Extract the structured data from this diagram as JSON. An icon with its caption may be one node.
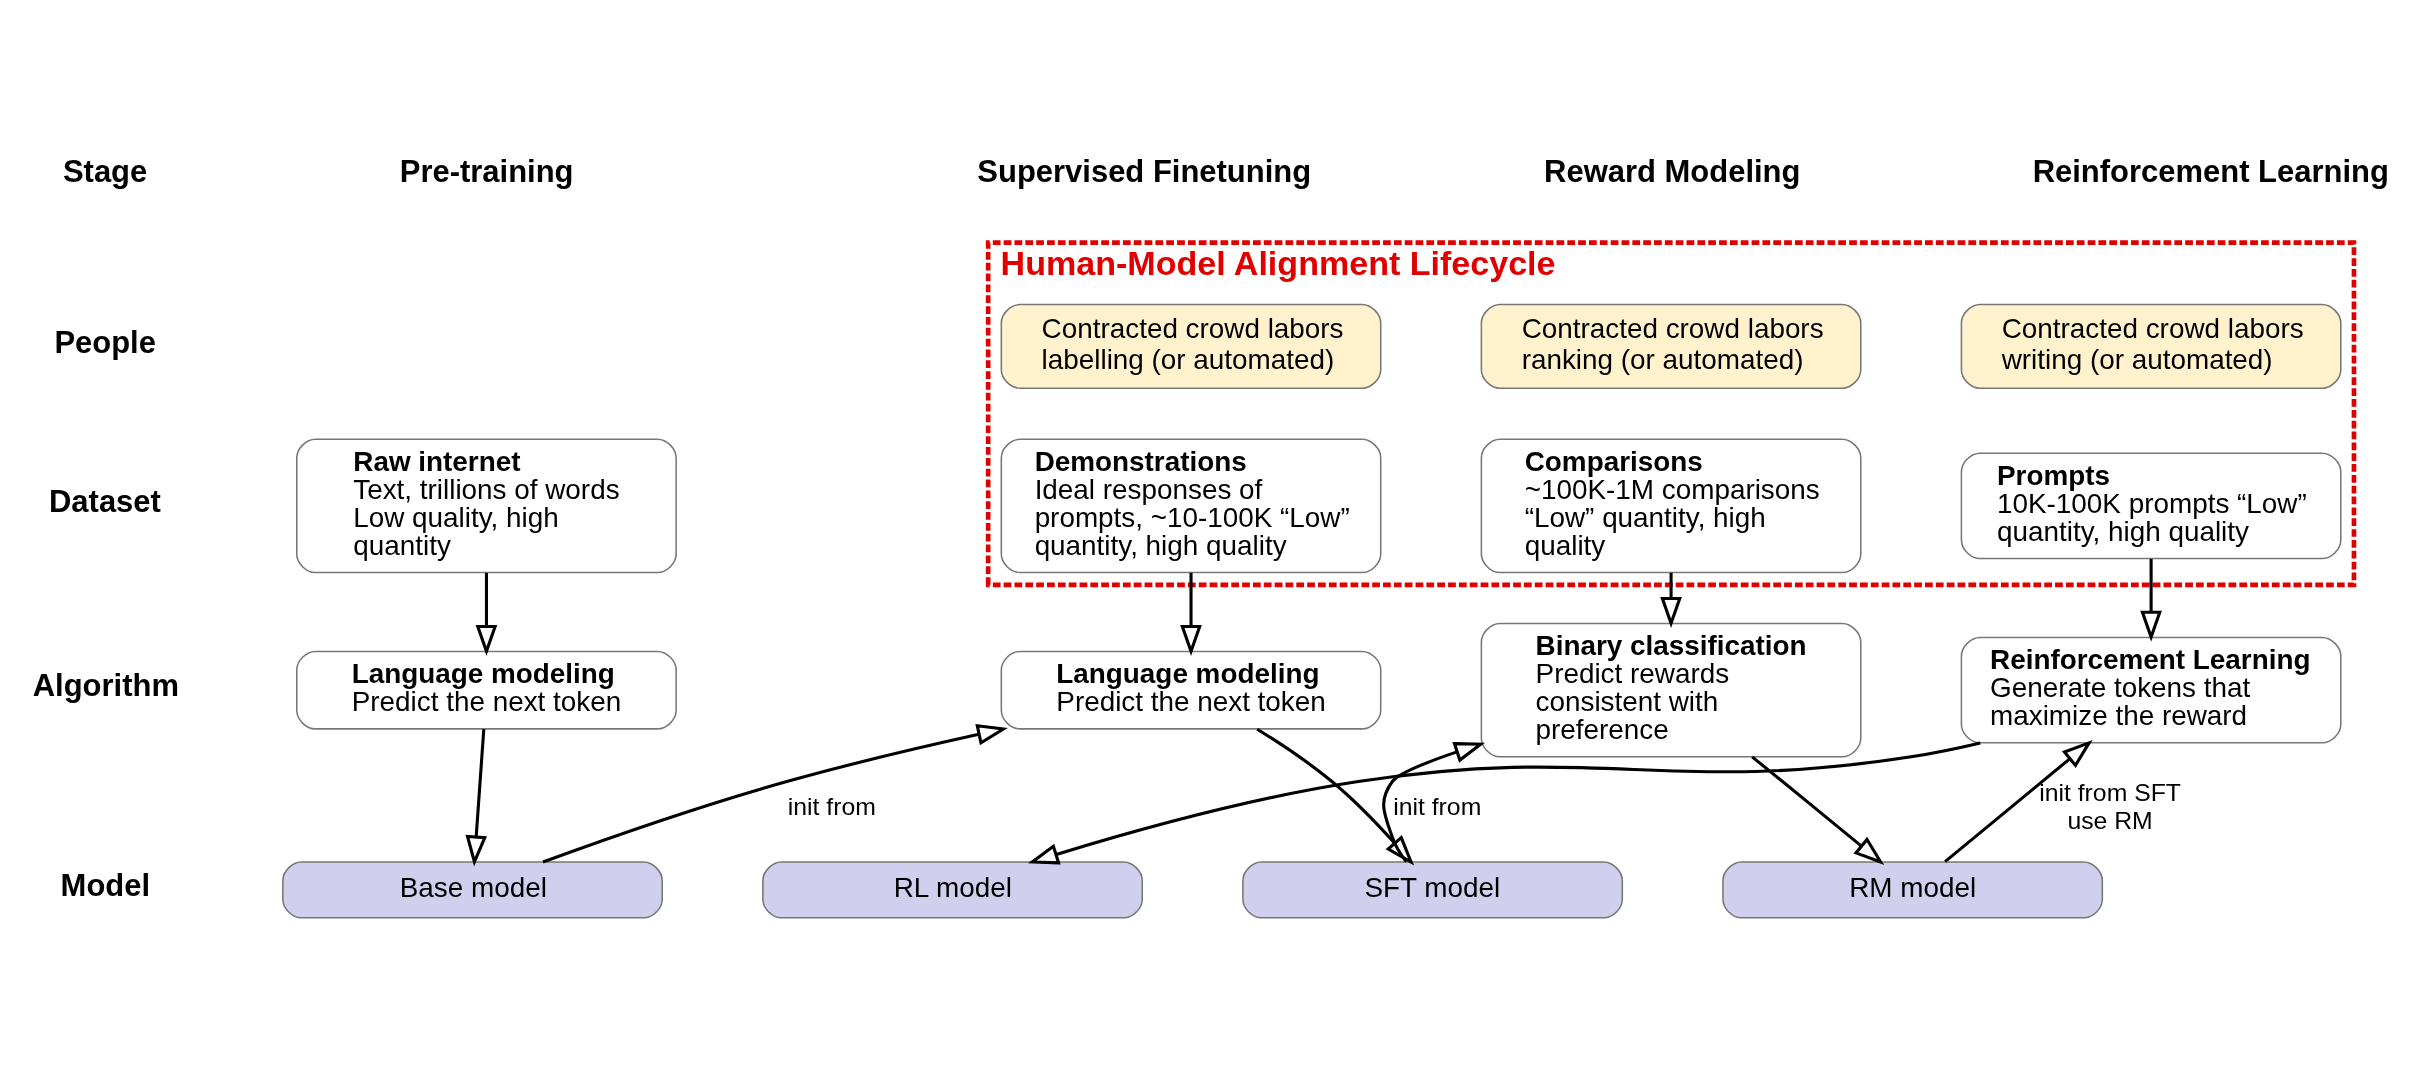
{
  "diagram": {
    "nodes": [
      {
        "text": [
          "Human-Model Alignment Lifecycle"
        ]
      },
      {
        "text": [
          "Contracted crowd labors labelling (or automated)"
        ],
        "in": 0
      },
      {
        "text": [
          "Contracted crowd labors ranking (or automated)"
        ],
        "in": 0
      },
      {
        "text": [
          "Contracted crowd labors writing (or automated)"
        ],
        "in": 0
      },
      {
        "text": [
          "Raw internet",
          "Text, trillions of words Low quality, high quantity"
        ]
      },
      {
        "text": [
          "Demonstrations",
          "Ideal responses of prompts, ~10-100K “Low” quantity, high quality"
        ],
        "in": 0
      },
      {
        "text": [
          "Comparisons",
          "~100K-1M comparisons “Low” quantity, high quality"
        ],
        "in": 0
      },
      {
        "text": [
          "Prompts",
          "10K-100K prompts “Low” quantity, high quality"
        ],
        "in": 0
      },
      {
        "text": [
          "Language modeling",
          "Predict the next token"
        ]
      },
      {
        "text": [
          "Language modeling",
          "Predict the next token"
        ]
      },
      {
        "text": [
          "Binary classification",
          "Predict rewards consistent with preference"
        ]
      },
      {
        "text": [
          "Reinforcement Learning",
          "Generate tokens that maximize the reward"
        ]
      },
      {
        "text": [
          "Base model"
        ]
      },
      {
        "text": [
          "SFT model"
        ]
      },
      {
        "text": [
          "RM model"
        ]
      },
      {
        "text": [
          "RL model"
        ]
      }
    ],
    "edges": [
      {
        "from": 4,
        "to": 8,
        "arrow": "to"
      },
      {
        "from": 5,
        "to": 9,
        "arrow": "to"
      },
      {
        "from": 6,
        "to": 10,
        "arrow": "to"
      },
      {
        "from": 7,
        "to": 11,
        "arrow": "to"
      },
      {
        "from": 8,
        "to": 12,
        "arrow": "to"
      },
      {
        "from": 9,
        "to": 13,
        "arrow": "to"
      },
      {
        "from": 10,
        "to": 14,
        "arrow": "to"
      },
      {
        "from": 11,
        "to": 15,
        "arrow": "to"
      },
      {
        "from": 12,
        "to": 9,
        "arrow": "to",
        "label": "init from"
      },
      {
        "from": 13,
        "to": 10,
        "arrow": "to",
        "label": "init from"
      },
      {
        "from": 14,
        "to": 11,
        "arrow": "to",
        "label": "init from SFT use RM"
      }
    ],
    "labels": [
      "Stage",
      "Pre-training",
      "Supervised Finetuning",
      "Reward Modeling",
      "Reinforcement Learning",
      "People",
      "Dataset",
      "Algorithm",
      "Model"
    ]
  }
}
